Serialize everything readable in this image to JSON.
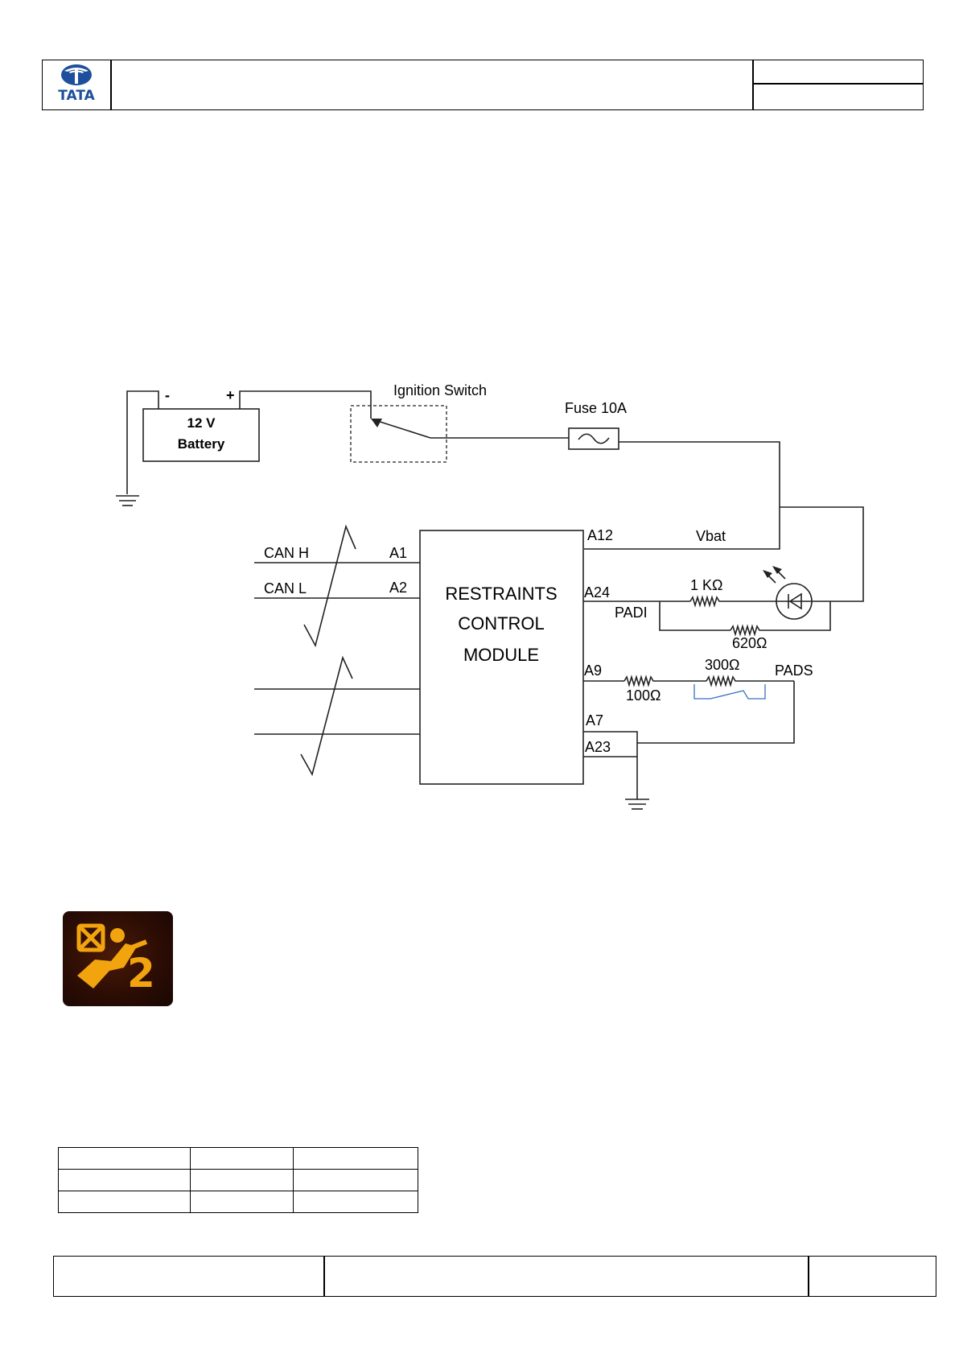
{
  "header": {
    "logo_text": "TATA",
    "title": "",
    "ref_top": "",
    "ref_bottom": ""
  },
  "diagram": {
    "battery": {
      "label_line1": "12 V",
      "label_line2": "Battery",
      "minus": "-",
      "plus": "+"
    },
    "ignition_switch": "Ignition Switch",
    "fuse": "Fuse 10A",
    "module_line1": "RESTRAINTS",
    "module_line2": "CONTROL",
    "module_line3": "MODULE",
    "can_h": "CAN H",
    "can_l": "CAN L",
    "pins": {
      "a1": "A1",
      "a2": "A2",
      "a12": "A12",
      "a24": "A24",
      "a9": "A9",
      "a7": "A7",
      "a23": "A23"
    },
    "vbat": "Vbat",
    "padi": "PADI",
    "pads": "PADS",
    "r_1k": "1 KΩ",
    "r_620": "620Ω",
    "r_300": "300Ω",
    "r_100": "100Ω"
  },
  "warning_icon": {
    "name": "airbag-warning-icon",
    "digit": "2",
    "color": "#f0a000"
  },
  "table": {
    "rows": [
      [
        "",
        "",
        ""
      ],
      [
        "",
        "",
        ""
      ],
      [
        "",
        "",
        ""
      ]
    ]
  },
  "footer": {
    "left": "",
    "center": "",
    "right": ""
  }
}
